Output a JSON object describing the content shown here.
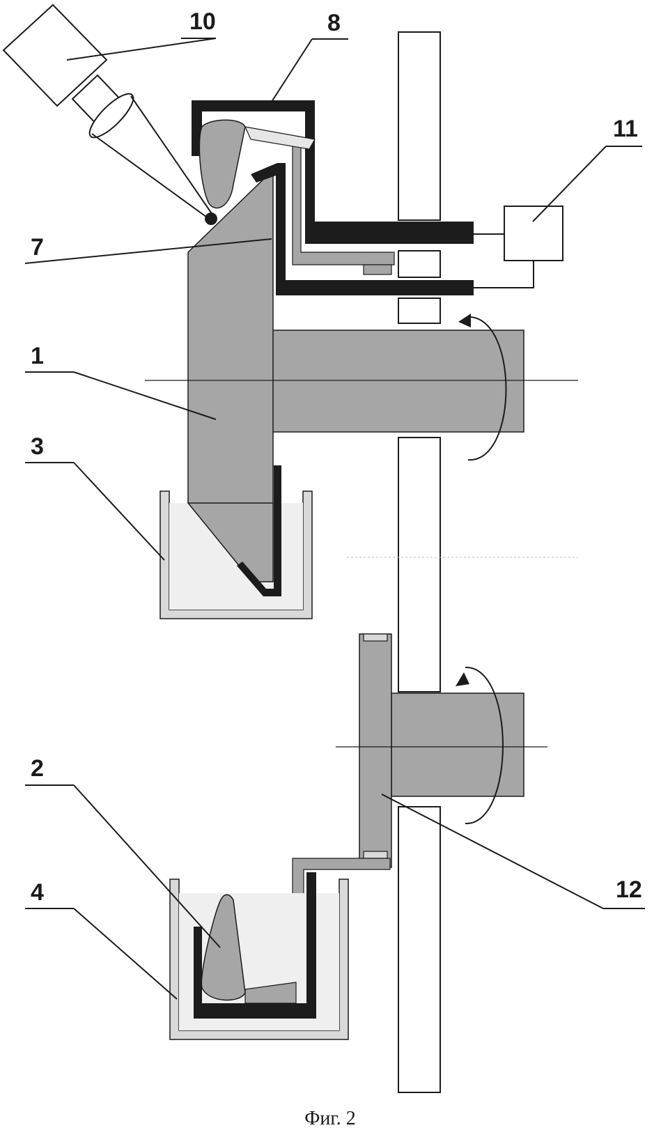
{
  "labels": {
    "l1": "1",
    "l2": "2",
    "l3": "3",
    "l4": "4",
    "l7": "7",
    "l8": "8",
    "l10": "10",
    "l11": "11",
    "l12": "12"
  },
  "caption": "Фиг. 2",
  "colors": {
    "part_fill": "#a6a6a6",
    "dark_fill": "#1c1c1c",
    "bath_fill": "#efefef",
    "line": "#1a1a1a"
  }
}
